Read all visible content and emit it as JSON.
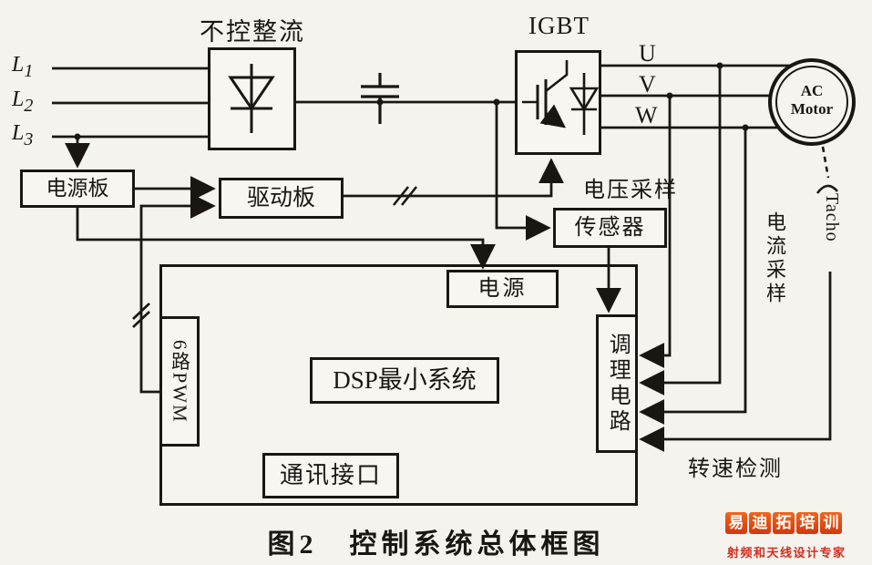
{
  "titles": {
    "rectifier": "不控整流",
    "igbt": "IGBT",
    "caption": "图2　控制系统总体框图"
  },
  "phases": [
    {
      "base": "L",
      "sub": "1"
    },
    {
      "base": "L",
      "sub": "2"
    },
    {
      "base": "L",
      "sub": "3"
    }
  ],
  "outputs": [
    "U",
    "V",
    "W"
  ],
  "blocks": {
    "power_board": "电源板",
    "driver_board": "驱动板",
    "sensor": "传感器",
    "power_supply": "电源",
    "pwm": "6路PWM",
    "dsp": "DSP最小系统",
    "conditioning": "调理电路",
    "comm_interface": "通讯接口"
  },
  "labels": {
    "voltage_sampling": "电压采样",
    "current_sampling": "电流采样",
    "tacho": "Tacho",
    "speed_detection": "转速检测"
  },
  "motor": {
    "line1": "AC",
    "line2": "Motor"
  },
  "watermark": {
    "chars": [
      "易",
      "迪",
      "拓",
      "培",
      "训"
    ],
    "tagline": "射频和天线设计专家"
  },
  "colors": {
    "line": "#1a1712",
    "paper": "#f5f3ee",
    "box_fill": "#f8f6f1",
    "watermark_orange": "#e8520f",
    "watermark_red": "#d42b1e"
  }
}
